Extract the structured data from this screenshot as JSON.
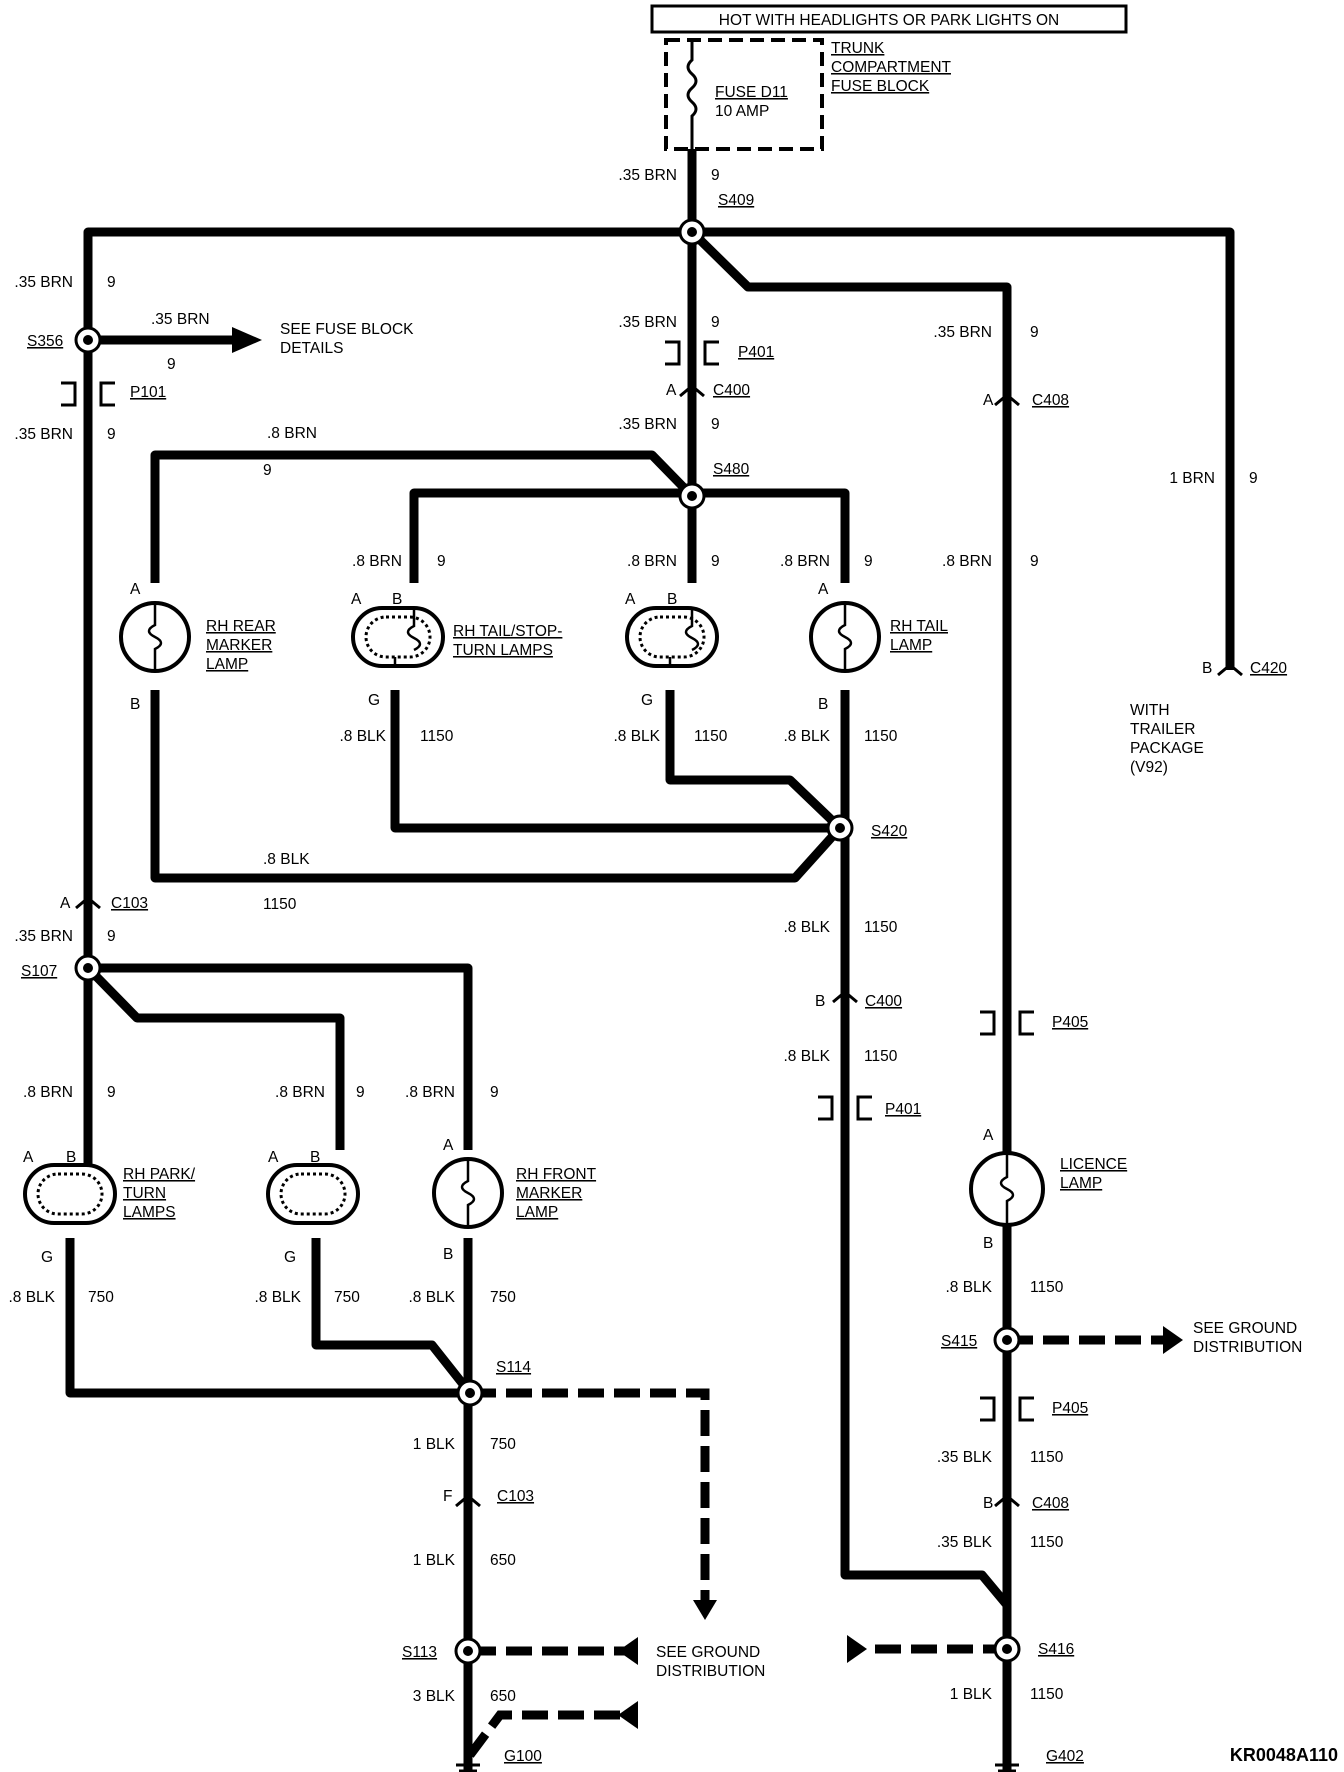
{
  "header": {
    "title": "HOT WITH HEADLIGHTS OR PARK LIGHTS ON"
  },
  "fuse_block": {
    "name": [
      "TRUNK",
      "COMPARTMENT",
      "FUSE BLOCK"
    ],
    "fuse": "FUSE D11",
    "rating": "10 AMP"
  },
  "refs": {
    "fuse_block_details": [
      "SEE FUSE BLOCK",
      "DETAILS"
    ],
    "ground_dist_1": [
      "SEE GROUND",
      "DISTRIBUTION"
    ],
    "ground_dist_2": [
      "SEE GROUND",
      "DISTRIBUTION"
    ],
    "trailer": [
      "WITH",
      "TRAILER",
      "PACKAGE",
      "(V92)"
    ]
  },
  "splices": {
    "s409": "S409",
    "s356": "S356",
    "s480": "S480",
    "s420": "S420",
    "s107": "S107",
    "s114": "S114",
    "s113": "S113",
    "s415": "S415",
    "s416": "S416"
  },
  "connectors": {
    "p401_top": "P401",
    "c400_top": "C400",
    "c408_top": "C408",
    "p101": "P101",
    "c420": "C420",
    "c103_top": "C103",
    "c400_b": "C400",
    "p401_b": "P401",
    "p405_top": "P405",
    "p405_b": "P405",
    "c408_b": "C408",
    "c103_f": "C103"
  },
  "pins": {
    "c400_a": "A",
    "c408_a": "A",
    "c420_b": "B",
    "c103_a": "A",
    "c400_b": "B",
    "c408_b": "B",
    "c103_f": "F",
    "rear_marker_a": "A",
    "rear_marker_b": "B",
    "tailstop1_a": "A",
    "tailstop1_b": "B",
    "tailstop1_g": "G",
    "tailstop2_a": "A",
    "tailstop2_b": "B",
    "tailstop2_g": "G",
    "tail_a": "A",
    "tail_b": "B",
    "park1_a": "A",
    "park1_b": "B",
    "park1_g": "G",
    "park2_a": "A",
    "park2_b": "B",
    "park2_g": "G",
    "front_marker_a": "A",
    "front_marker_b": "B",
    "licence_a": "A",
    "licence_b": "B"
  },
  "lamps": {
    "rear_marker": [
      "RH REAR",
      "MARKER",
      "LAMP"
    ],
    "tail_stop": [
      "RH TAIL/STOP-",
      "TURN LAMPS"
    ],
    "tail": [
      "RH TAIL",
      "LAMP"
    ],
    "park_turn": [
      "RH PARK/",
      "TURN",
      "LAMPS"
    ],
    "front_marker": [
      "RH FRONT",
      "MARKER",
      "LAMP"
    ],
    "licence": [
      "LICENCE",
      "LAMP"
    ]
  },
  "grounds": {
    "g100": "G100",
    "g402": "G402"
  },
  "wires": {
    "w01": {
      "g": ".35 BRN",
      "c": "9"
    },
    "w02": {
      "g": ".35 BRN",
      "c": "9"
    },
    "w03": {
      "g": ".35 BRN",
      "c": "9"
    },
    "w04": {
      "g": ".35 BRN",
      "c": "9"
    },
    "w05": {
      "g": ".35 BRN",
      "c": "9"
    },
    "w06": {
      "g": ".35 BRN",
      "c": "9"
    },
    "w07": {
      "g": ".35 BRN",
      "c": "9"
    },
    "w08": {
      "g": ".8 BRN",
      "c": "9"
    },
    "w09": {
      "g": ".8 BRN",
      "c": "9"
    },
    "w10": {
      "g": ".8 BRN",
      "c": "9"
    },
    "w11": {
      "g": ".8 BRN",
      "c": "9"
    },
    "w12": {
      "g": ".8 BRN",
      "c": "9"
    },
    "w13": {
      "g": "1 BRN",
      "c": "9"
    },
    "w14": {
      "g": ".8 BLK",
      "c": "1150"
    },
    "w15": {
      "g": ".8 BLK",
      "c": "1150"
    },
    "w16": {
      "g": ".8 BLK",
      "c": "1150"
    },
    "w17": {
      "g": ".8 BLK",
      "c": "1150"
    },
    "w18": {
      "g": ".35 BRN",
      "c": "9"
    },
    "w19": {
      "g": ".8 BLK",
      "c": "1150"
    },
    "w20": {
      "g": ".8 BLK",
      "c": "1150"
    },
    "w21": {
      "g": ".8 BRN",
      "c": "9"
    },
    "w22": {
      "g": ".8 BRN",
      "c": "9"
    },
    "w23": {
      "g": ".8 BRN",
      "c": "9"
    },
    "w24": {
      "g": ".8 BLK",
      "c": "750"
    },
    "w25": {
      "g": ".8 BLK",
      "c": "750"
    },
    "w26": {
      "g": ".8 BLK",
      "c": "750"
    },
    "w27": {
      "g": ".8 BLK",
      "c": "1150"
    },
    "w28": {
      "g": "1 BLK",
      "c": "750"
    },
    "w29": {
      "g": ".35 BLK",
      "c": "1150"
    },
    "w30": {
      "g": "1 BLK",
      "c": "650"
    },
    "w31": {
      "g": ".35 BLK",
      "c": "1150"
    },
    "w32": {
      "g": "3 BLK",
      "c": "650"
    },
    "w33": {
      "g": "1 BLK",
      "c": "1150"
    }
  },
  "diagram_code": "KR0048A110"
}
